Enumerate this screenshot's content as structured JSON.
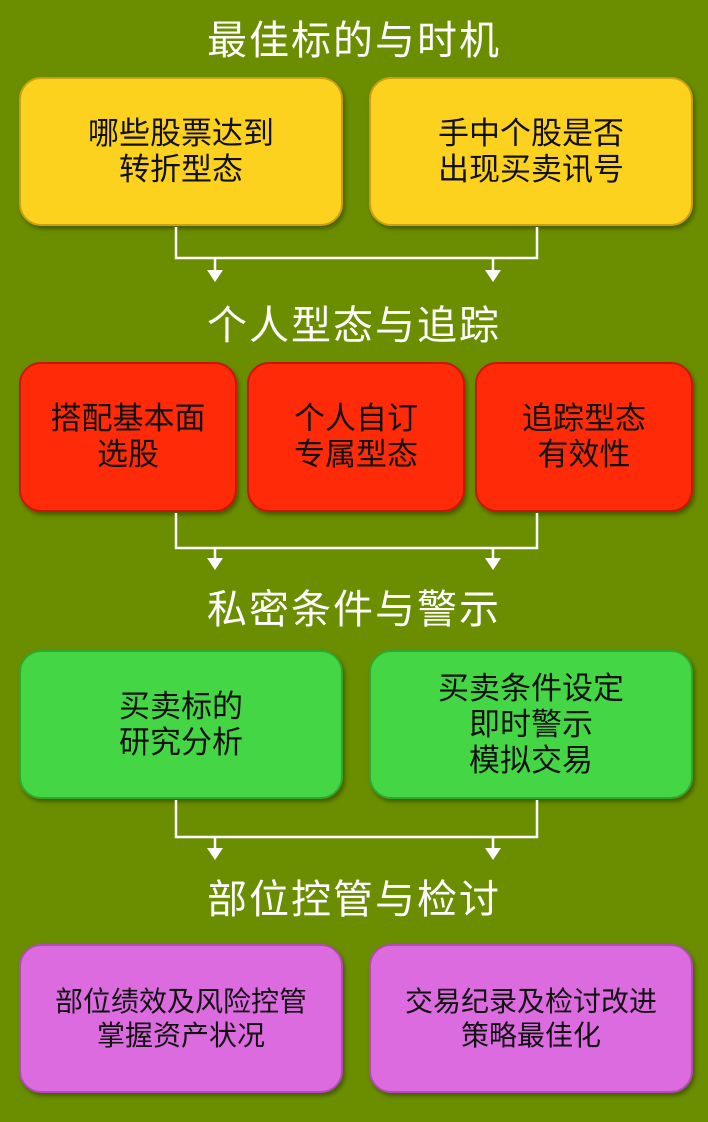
{
  "sections": [
    {
      "title": "最佳标的与时机",
      "boxes": [
        {
          "lines": [
            "哪些股票达到",
            "转折型态"
          ]
        },
        {
          "lines": [
            "手中个股是否",
            "出现买卖讯号"
          ]
        }
      ]
    },
    {
      "title": "个人型态与追踪",
      "boxes": [
        {
          "lines": [
            "搭配基本面",
            "选股"
          ]
        },
        {
          "lines": [
            "个人自订",
            "专属型态"
          ]
        },
        {
          "lines": [
            "追踪型态",
            "有效性"
          ]
        }
      ]
    },
    {
      "title": "私密条件与警示",
      "boxes": [
        {
          "lines": [
            "买卖标的",
            "研究分析"
          ]
        },
        {
          "lines": [
            "买卖条件设定",
            "即时警示",
            "模拟交易"
          ]
        }
      ]
    },
    {
      "title": "部位控管与检讨",
      "boxes": [
        {
          "lines": [
            "部位绩效及风险控管",
            "掌握资产状况"
          ]
        },
        {
          "lines": [
            "交易纪录及检讨改进",
            "策略最佳化"
          ]
        }
      ]
    }
  ],
  "colors": {
    "background": "#6b8e00",
    "section1": "#fdd21f",
    "section2": "#ff2a08",
    "section3": "#44d644",
    "section4": "#dc6be0",
    "connector": "#ffffff"
  }
}
